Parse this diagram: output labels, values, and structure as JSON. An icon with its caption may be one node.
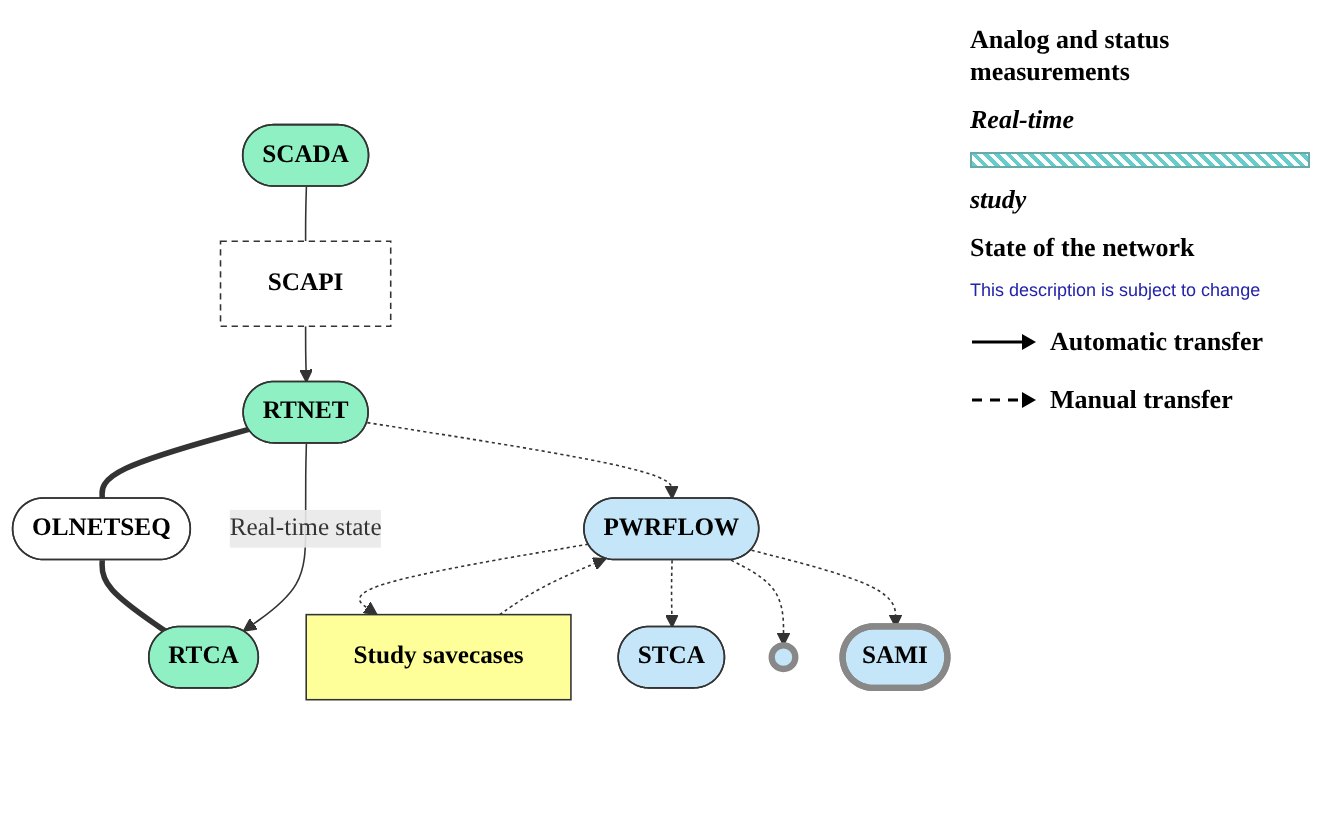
{
  "diagram": {
    "nodes": [
      {
        "text": [
          "SCADA"
        ]
      },
      {
        "text": [
          "SCAPI"
        ]
      },
      {
        "text": [
          "OLNETSEQ"
        ]
      },
      {
        "text": [
          "RTNET"
        ]
      },
      {
        "text": [
          "RTCA"
        ]
      },
      {
        "text": [
          "Study savecases"
        ]
      },
      {
        "text": [
          "PWRFLOW"
        ]
      },
      {
        "text": [
          "STCA"
        ]
      },
      {
        "text": [],
        "shape": "circle"
      },
      {
        "text": [
          "SAMI"
        ]
      }
    ],
    "edges": [
      {
        "from": 0,
        "to": 1,
        "arrow": "none"
      },
      {
        "from": 1,
        "to": 3,
        "arrow": "to"
      },
      {
        "from": 3,
        "to": 2,
        "arrow": "none",
        "style": "thick"
      },
      {
        "from": 2,
        "to": 4,
        "arrow": "none",
        "style": "thick"
      },
      {
        "from": 3,
        "to": 4,
        "arrow": "to",
        "label": "Real-time state"
      },
      {
        "from": 3,
        "to": 6,
        "arrow": "to",
        "style": "dashed"
      },
      {
        "from": 6,
        "to": 5,
        "arrow": "to",
        "style": "dashed"
      },
      {
        "from": 5,
        "to": 6,
        "arrow": "to",
        "style": "dashed"
      },
      {
        "from": 6,
        "to": 7,
        "arrow": "to",
        "style": "dashed"
      },
      {
        "from": 6,
        "to": 8,
        "arrow": "to",
        "style": "dashed"
      },
      {
        "from": 6,
        "to": 9,
        "arrow": "to",
        "style": "dashed"
      }
    ],
    "labels": [
      "Analog and status measurements",
      "Real-time",
      "study",
      "State of the network",
      "This description is subject to change"
    ],
    "legend": [
      {
        "text": "Automatic transfer"
      },
      {
        "text": "Manual transfer"
      }
    ]
  }
}
